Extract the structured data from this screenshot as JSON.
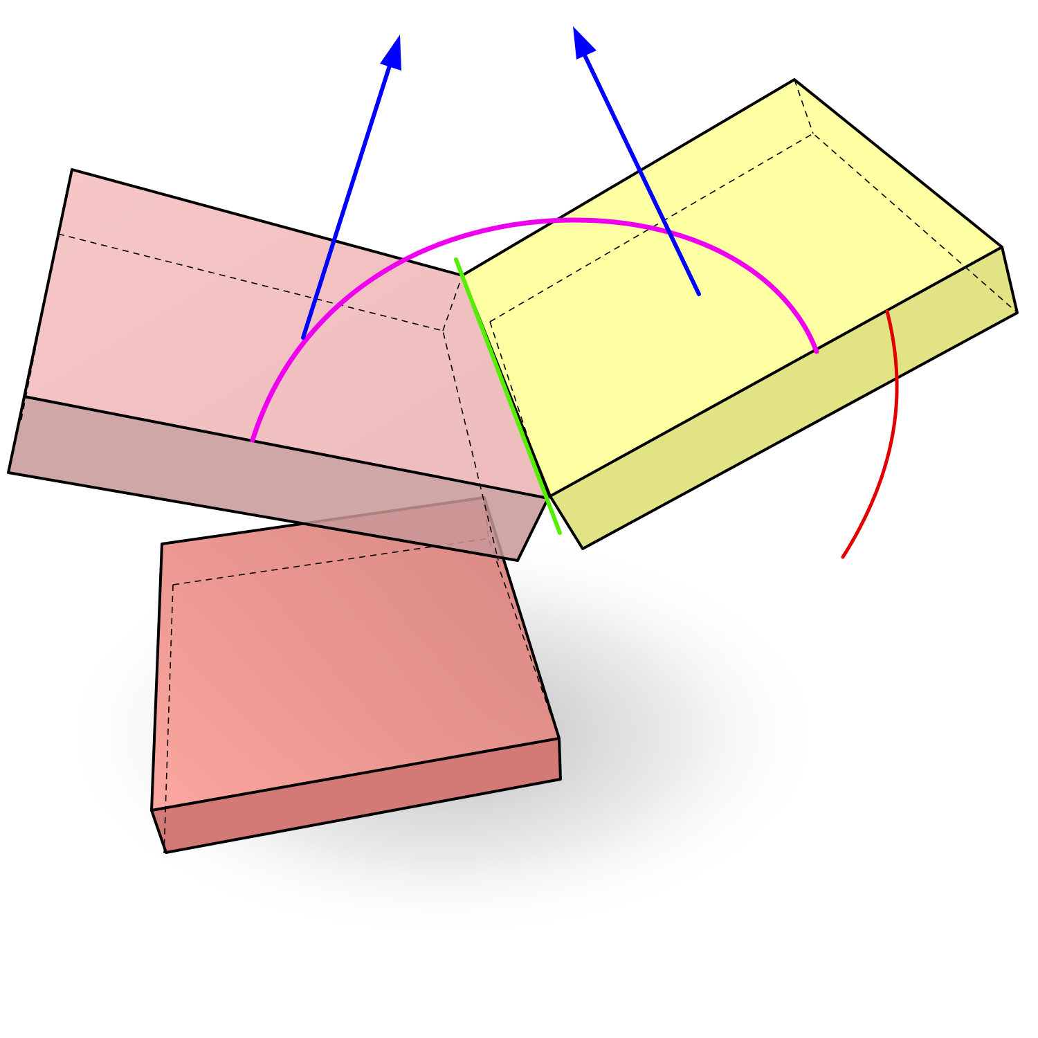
{
  "diagram": {
    "slabs": [
      {
        "name": "lower-slab",
        "color": "#f58a82"
      },
      {
        "name": "tilted-slab",
        "color": "#f0b0b0"
      },
      {
        "name": "yellow-slab",
        "color": "#ffff99"
      }
    ],
    "normal_vectors": {
      "color": "#0000ff",
      "count": 2
    },
    "dihedral_arc": {
      "color": "#ee00ee"
    },
    "hinge_edge": {
      "color": "#55ee00"
    },
    "rotation_arc": {
      "color": "#e00000"
    }
  }
}
